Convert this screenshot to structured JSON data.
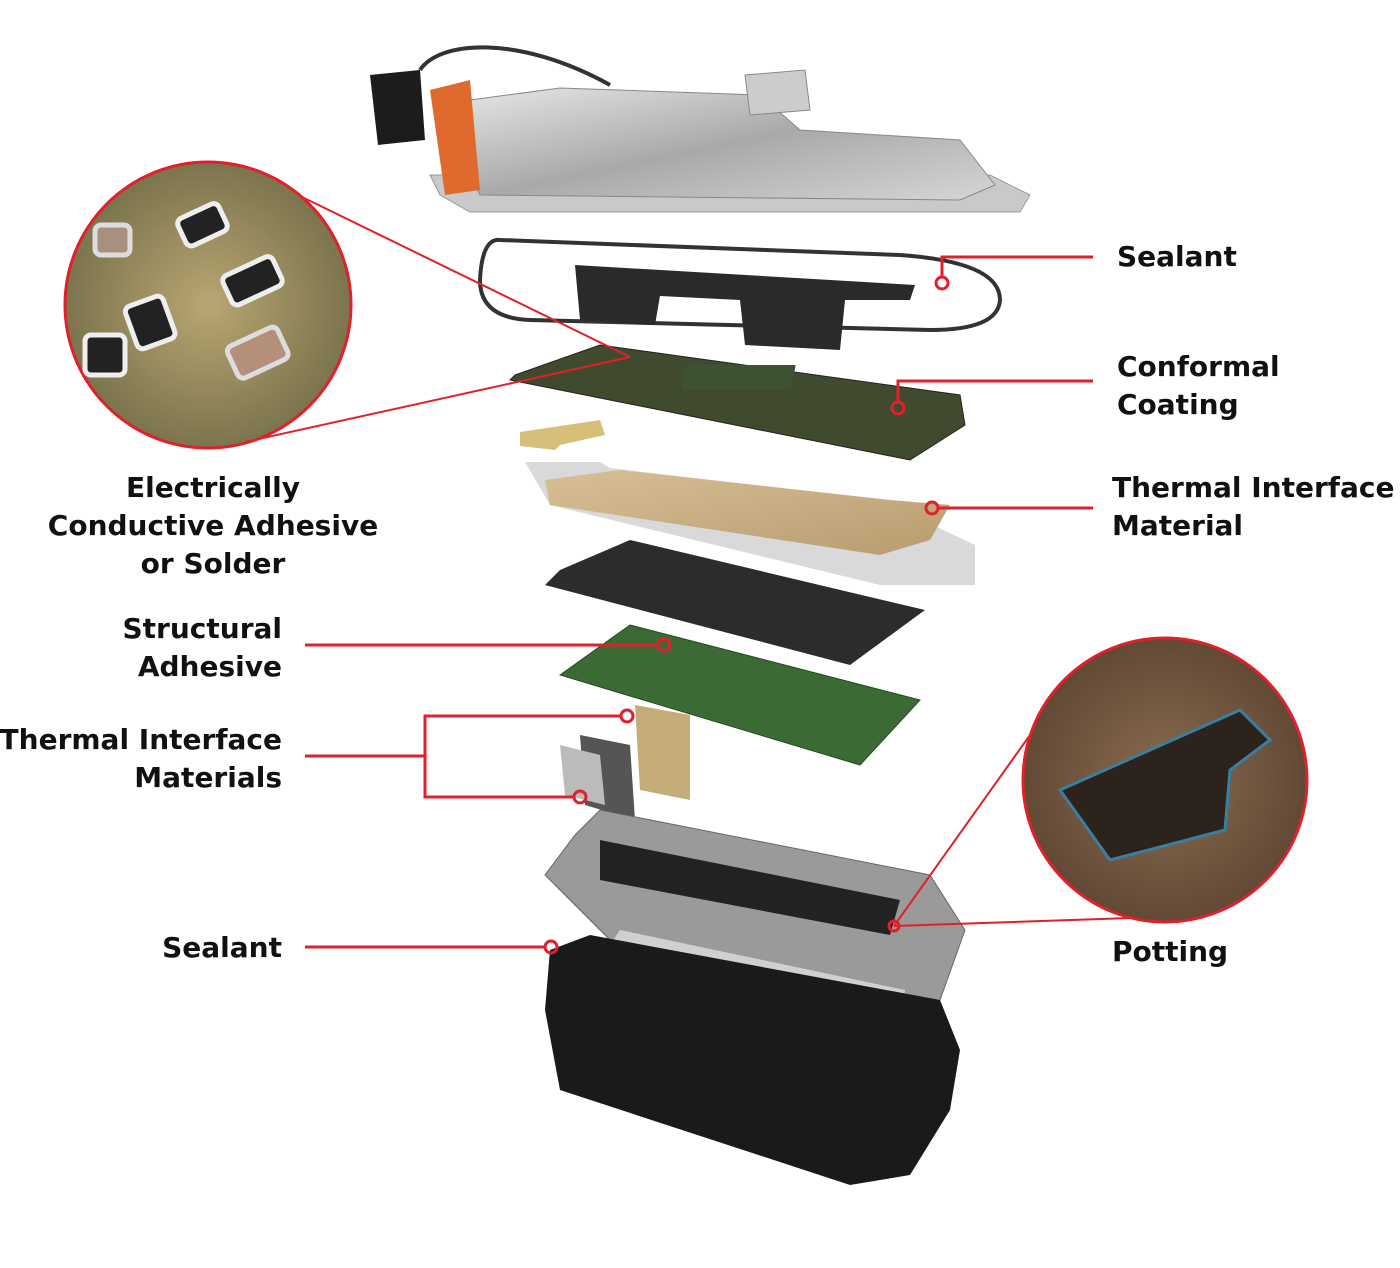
{
  "title": "Exploded view of electronic module with material application points",
  "accent_color": "#e0202a",
  "labels": {
    "sealant_top": [
      "Sealant"
    ],
    "conformal_coating": [
      "Conformal",
      "Coating"
    ],
    "tim_right": [
      "Thermal Interface",
      "Material"
    ],
    "eca": [
      "Electrically",
      "Conductive Adhesive",
      "or Solder"
    ],
    "structural_adhesive": [
      "Structural",
      "Adhesive"
    ],
    "tim_left": [
      "Thermal Interface",
      "Materials"
    ],
    "sealant_bottom": [
      "Sealant"
    ],
    "potting": [
      "Potting"
    ]
  }
}
